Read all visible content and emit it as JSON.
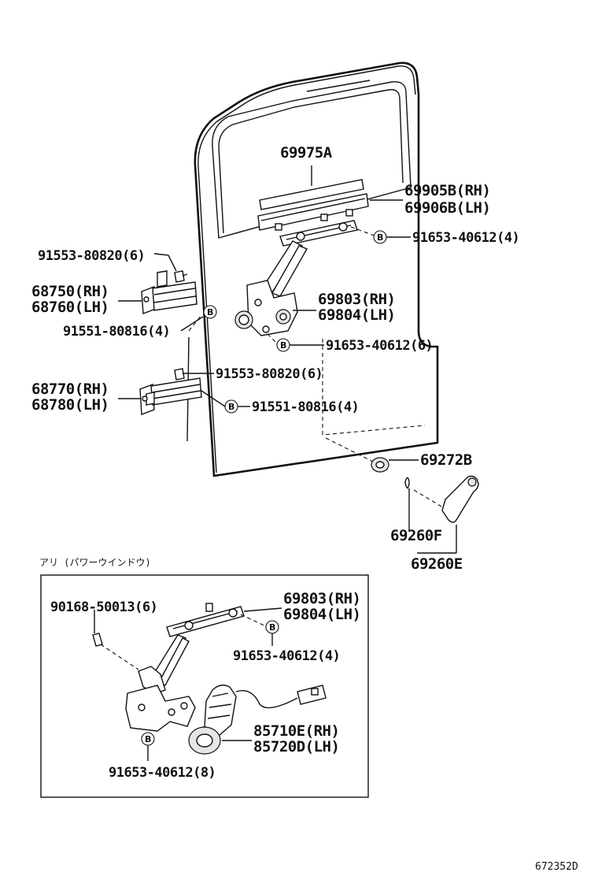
{
  "labels": {
    "glass_channel": "69975A",
    "run_channel_rh": "69905B(RH)",
    "run_channel_lh": "69906B(LH)",
    "bolt_top": "91653-40612(4)",
    "hinge_bolt_upper": "91553-80820(6)",
    "upper_hinge_rh": "68750(RH)",
    "upper_hinge_lh": "68760(LH)",
    "hinge_screw_upper": "91551-80816(4)",
    "regulator_rh": "69803(RH)",
    "regulator_lh": "69804(LH)",
    "regulator_bolt": "91653-40612(6)",
    "hinge_bolt_lower": "91553-80820(6)",
    "lower_hinge_rh": "68770(RH)",
    "lower_hinge_lh": "68780(LH)",
    "hinge_screw_lower": "91551-80816(4)",
    "escutcheon": "69272B",
    "handle_sub": "69260F",
    "handle": "69260E",
    "inset_title": "アリ (パワーウインドウ)",
    "inset_screw": "90168-50013(6)",
    "inset_regulator_rh": "69803(RH)",
    "inset_regulator_lh": "69804(LH)",
    "inset_regulator_bolt": "91653-40612(4)",
    "motor_rh": "85710E(RH)",
    "motor_lh": "85720D(LH)",
    "inset_motor_bolt": "91653-40612(8)",
    "callout_letter": "B",
    "figure_id": "672352D"
  }
}
